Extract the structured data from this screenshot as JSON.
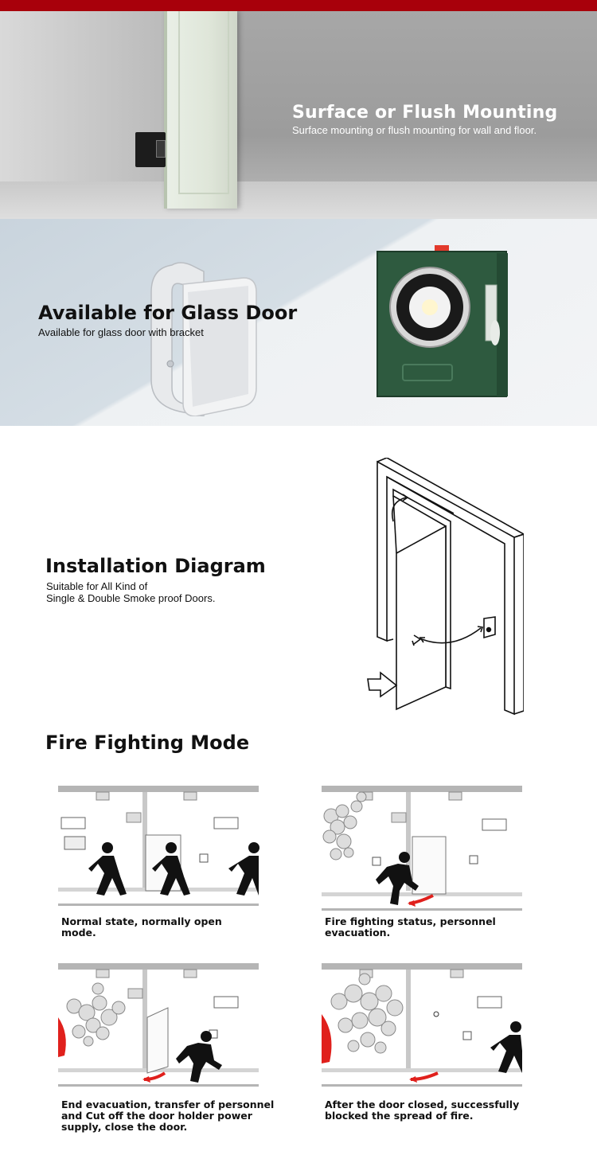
{
  "sections": {
    "surface": {
      "title": "Surface or Flush Mounting",
      "subtitle": "Surface mounting or flush mounting for wall and floor."
    },
    "glass": {
      "title": "Available for Glass Door",
      "subtitle": "Available for glass door with bracket"
    },
    "install": {
      "title": "Installation Diagram",
      "subtitle_line1": "Suitable for All Kind of",
      "subtitle_line2": "Single & Double Smoke proof  Doors."
    },
    "fire": {
      "title": "Fire Fighting Mode",
      "panels": [
        {
          "caption_line1": "Normal state, normally open",
          "caption_line2": "mode.",
          "caption_line3": ""
        },
        {
          "caption_line1": "Fire fighting status, personnel",
          "caption_line2": "evacuation.",
          "caption_line3": ""
        },
        {
          "caption_line1": "End evacuation, transfer of personnel",
          "caption_line2": "and Cut off the door holder power",
          "caption_line3": "supply, close the door."
        },
        {
          "caption_line1": "After the door closed, successfully",
          "caption_line2": "blocked the spread of fire.",
          "caption_line3": ""
        }
      ]
    }
  },
  "colors": {
    "top_bar": "#a8000b",
    "holder_green": "#2e5a3f",
    "fire_red": "#e0201c"
  }
}
